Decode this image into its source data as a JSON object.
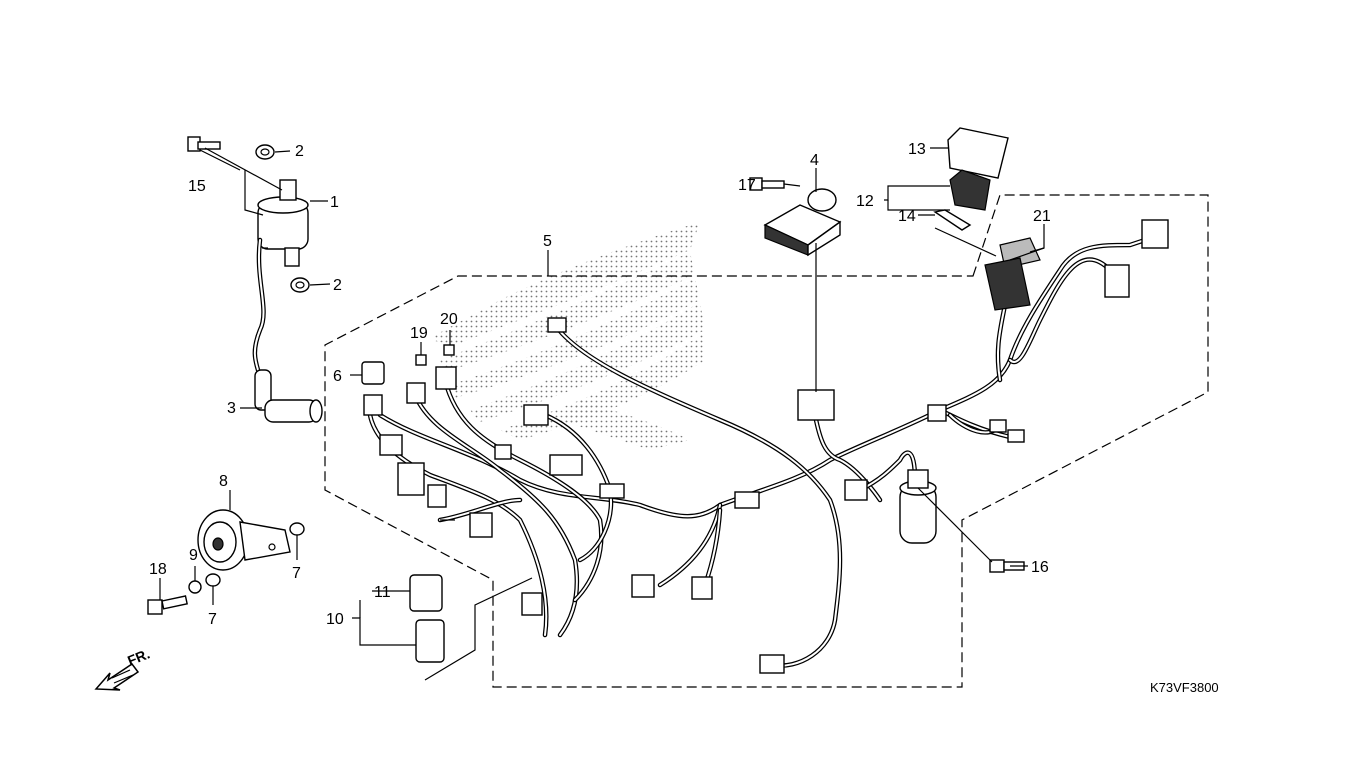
{
  "diagram": {
    "code": "K73VF3800",
    "direction": "FR."
  },
  "callouts": [
    {
      "id": "c1",
      "text": "1"
    },
    {
      "id": "c2a",
      "text": "2"
    },
    {
      "id": "c2b",
      "text": "2"
    },
    {
      "id": "c3",
      "text": "3"
    },
    {
      "id": "c4",
      "text": "4"
    },
    {
      "id": "c5",
      "text": "5"
    },
    {
      "id": "c6",
      "text": "6"
    },
    {
      "id": "c7a",
      "text": "7"
    },
    {
      "id": "c7b",
      "text": "7"
    },
    {
      "id": "c8",
      "text": "8"
    },
    {
      "id": "c9",
      "text": "9"
    },
    {
      "id": "c10",
      "text": "10"
    },
    {
      "id": "c11",
      "text": "11"
    },
    {
      "id": "c12",
      "text": "12"
    },
    {
      "id": "c13",
      "text": "13"
    },
    {
      "id": "c14",
      "text": "14"
    },
    {
      "id": "c15",
      "text": "15"
    },
    {
      "id": "c16",
      "text": "16"
    },
    {
      "id": "c17",
      "text": "17"
    },
    {
      "id": "c18",
      "text": "18"
    },
    {
      "id": "c19",
      "text": "19"
    },
    {
      "id": "c20",
      "text": "20"
    },
    {
      "id": "c21",
      "text": "21"
    }
  ]
}
